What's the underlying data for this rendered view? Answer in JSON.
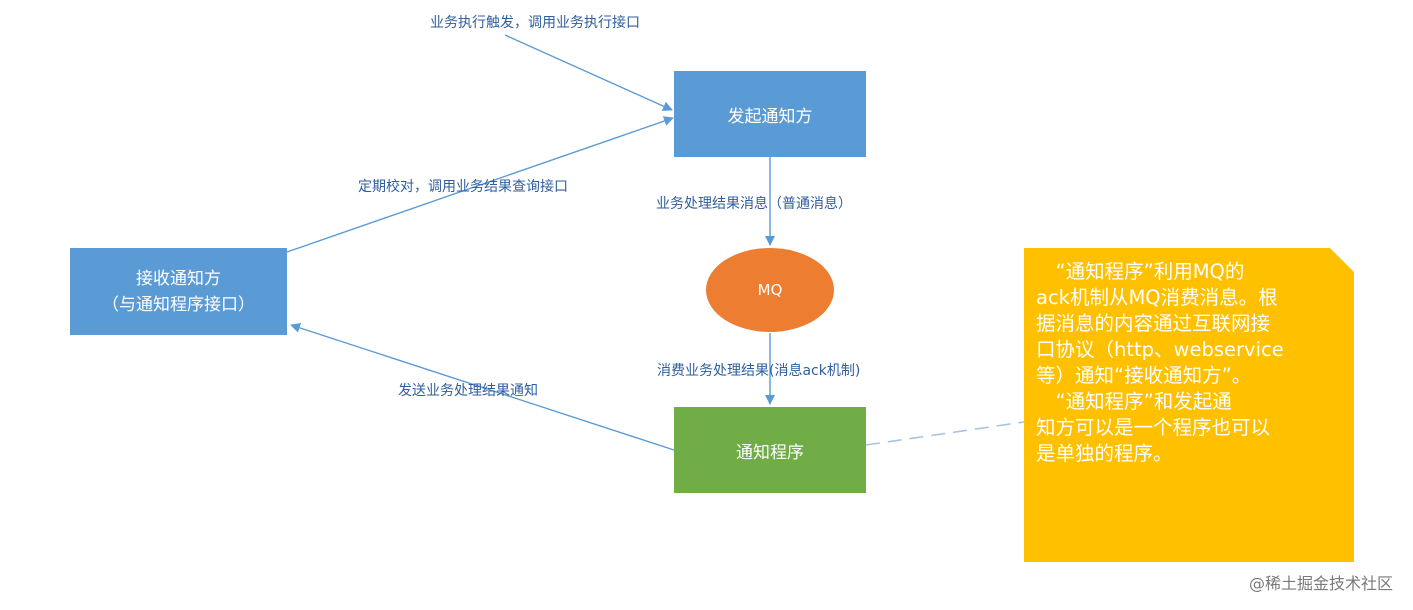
{
  "colors": {
    "blue_box": "#5b9bd5",
    "green_box": "#70ad47",
    "orange_ellipse": "#ed7d31",
    "note_fill": "#ffc000",
    "line": "#5b9bd5",
    "label_text": "#2f5e9e"
  },
  "nodes": {
    "initiator": "发起通知方",
    "receiver_line1": "接收通知方",
    "receiver_line2": "（与通知程序接口）",
    "mq": "MQ",
    "notifier": "通知程序"
  },
  "edge_labels": {
    "trigger": "业务执行触发，调用业务执行接口",
    "reconcile": "定期校对，调用业务结果查询接口",
    "result_msg": "业务处理结果消息（普通消息）",
    "consume": "消费业务处理结果(消息ack机制)",
    "send_notice": "发送业务处理结果通知"
  },
  "note": {
    "lines": [
      "　“通知程序”利用MQ的",
      "ack机制从MQ消费消息。根",
      "据消息的内容通过互联网接",
      "口协议（http、webservice",
      "等）通知“接收通知方”。",
      "　“通知程序”和发起通",
      "知方可以是一个程序也可以",
      "是单独的程序。"
    ]
  },
  "watermark": "@稀土掘金技术社区"
}
